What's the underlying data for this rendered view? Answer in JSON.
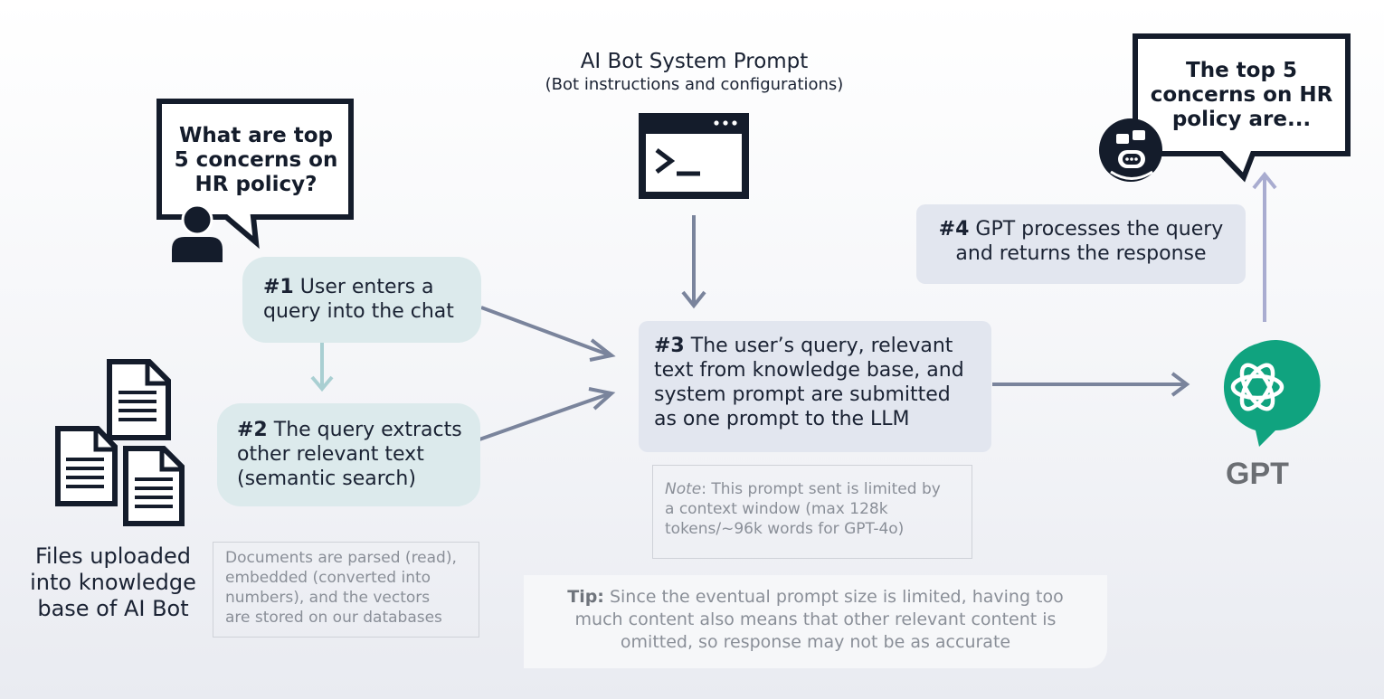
{
  "user_bubble": {
    "lines": [
      "What are top",
      "5 concerns on",
      "HR policy?"
    ]
  },
  "response_bubble": {
    "lines": [
      "The top 5",
      "concerns on HR",
      "policy are..."
    ]
  },
  "system_prompt": {
    "title": "AI Bot System Prompt",
    "subtitle": "(Bot instructions and configurations)"
  },
  "steps": {
    "step1": {
      "num": "#1",
      "lines": [
        "User enters a",
        "query into the chat"
      ]
    },
    "step2": {
      "num": "#2",
      "lines": [
        "The query extracts",
        "other relevant text",
        "(semantic search)"
      ]
    },
    "step3": {
      "num": "#3",
      "lines": [
        "The user’s query, relevant",
        "text from knowledge base, and",
        "system prompt are submitted",
        "as one prompt to the LLM"
      ]
    },
    "step4": {
      "num": "#4",
      "lines": [
        "GPT processes the query",
        "and returns the response"
      ]
    }
  },
  "note": {
    "label": "Note",
    "lines": [
      ": This prompt sent is limited by",
      "a context window (max 128k",
      "tokens/~96k words for GPT-4o)"
    ]
  },
  "documents_note": {
    "lines": [
      "Documents are parsed (read),",
      "embedded (converted into",
      "numbers), and the vectors",
      "are stored on our databases"
    ]
  },
  "tip": {
    "label": "Tip:",
    "lines": [
      " Since the eventual prompt size is limited, having too",
      "much content also means that other relevant content is",
      "omitted, so response may not be as accurate"
    ]
  },
  "files_label": {
    "lines": [
      "Files uploaded",
      "into knowledge",
      "base of AI Bot"
    ]
  },
  "gpt_label": "GPT",
  "colors": {
    "dark": "#141c2b",
    "arrow": "#7a849c",
    "arrow_teal": "#a9cfd2",
    "arrow_lavender": "#a9acd0",
    "step_teal": "#dceaec",
    "step_slate": "#e2e6ef",
    "gpt_green": "#10a37f"
  },
  "icons": [
    "person-icon",
    "terminal-icon",
    "document-icon",
    "chatbot-icon",
    "openai-logo-icon"
  ]
}
